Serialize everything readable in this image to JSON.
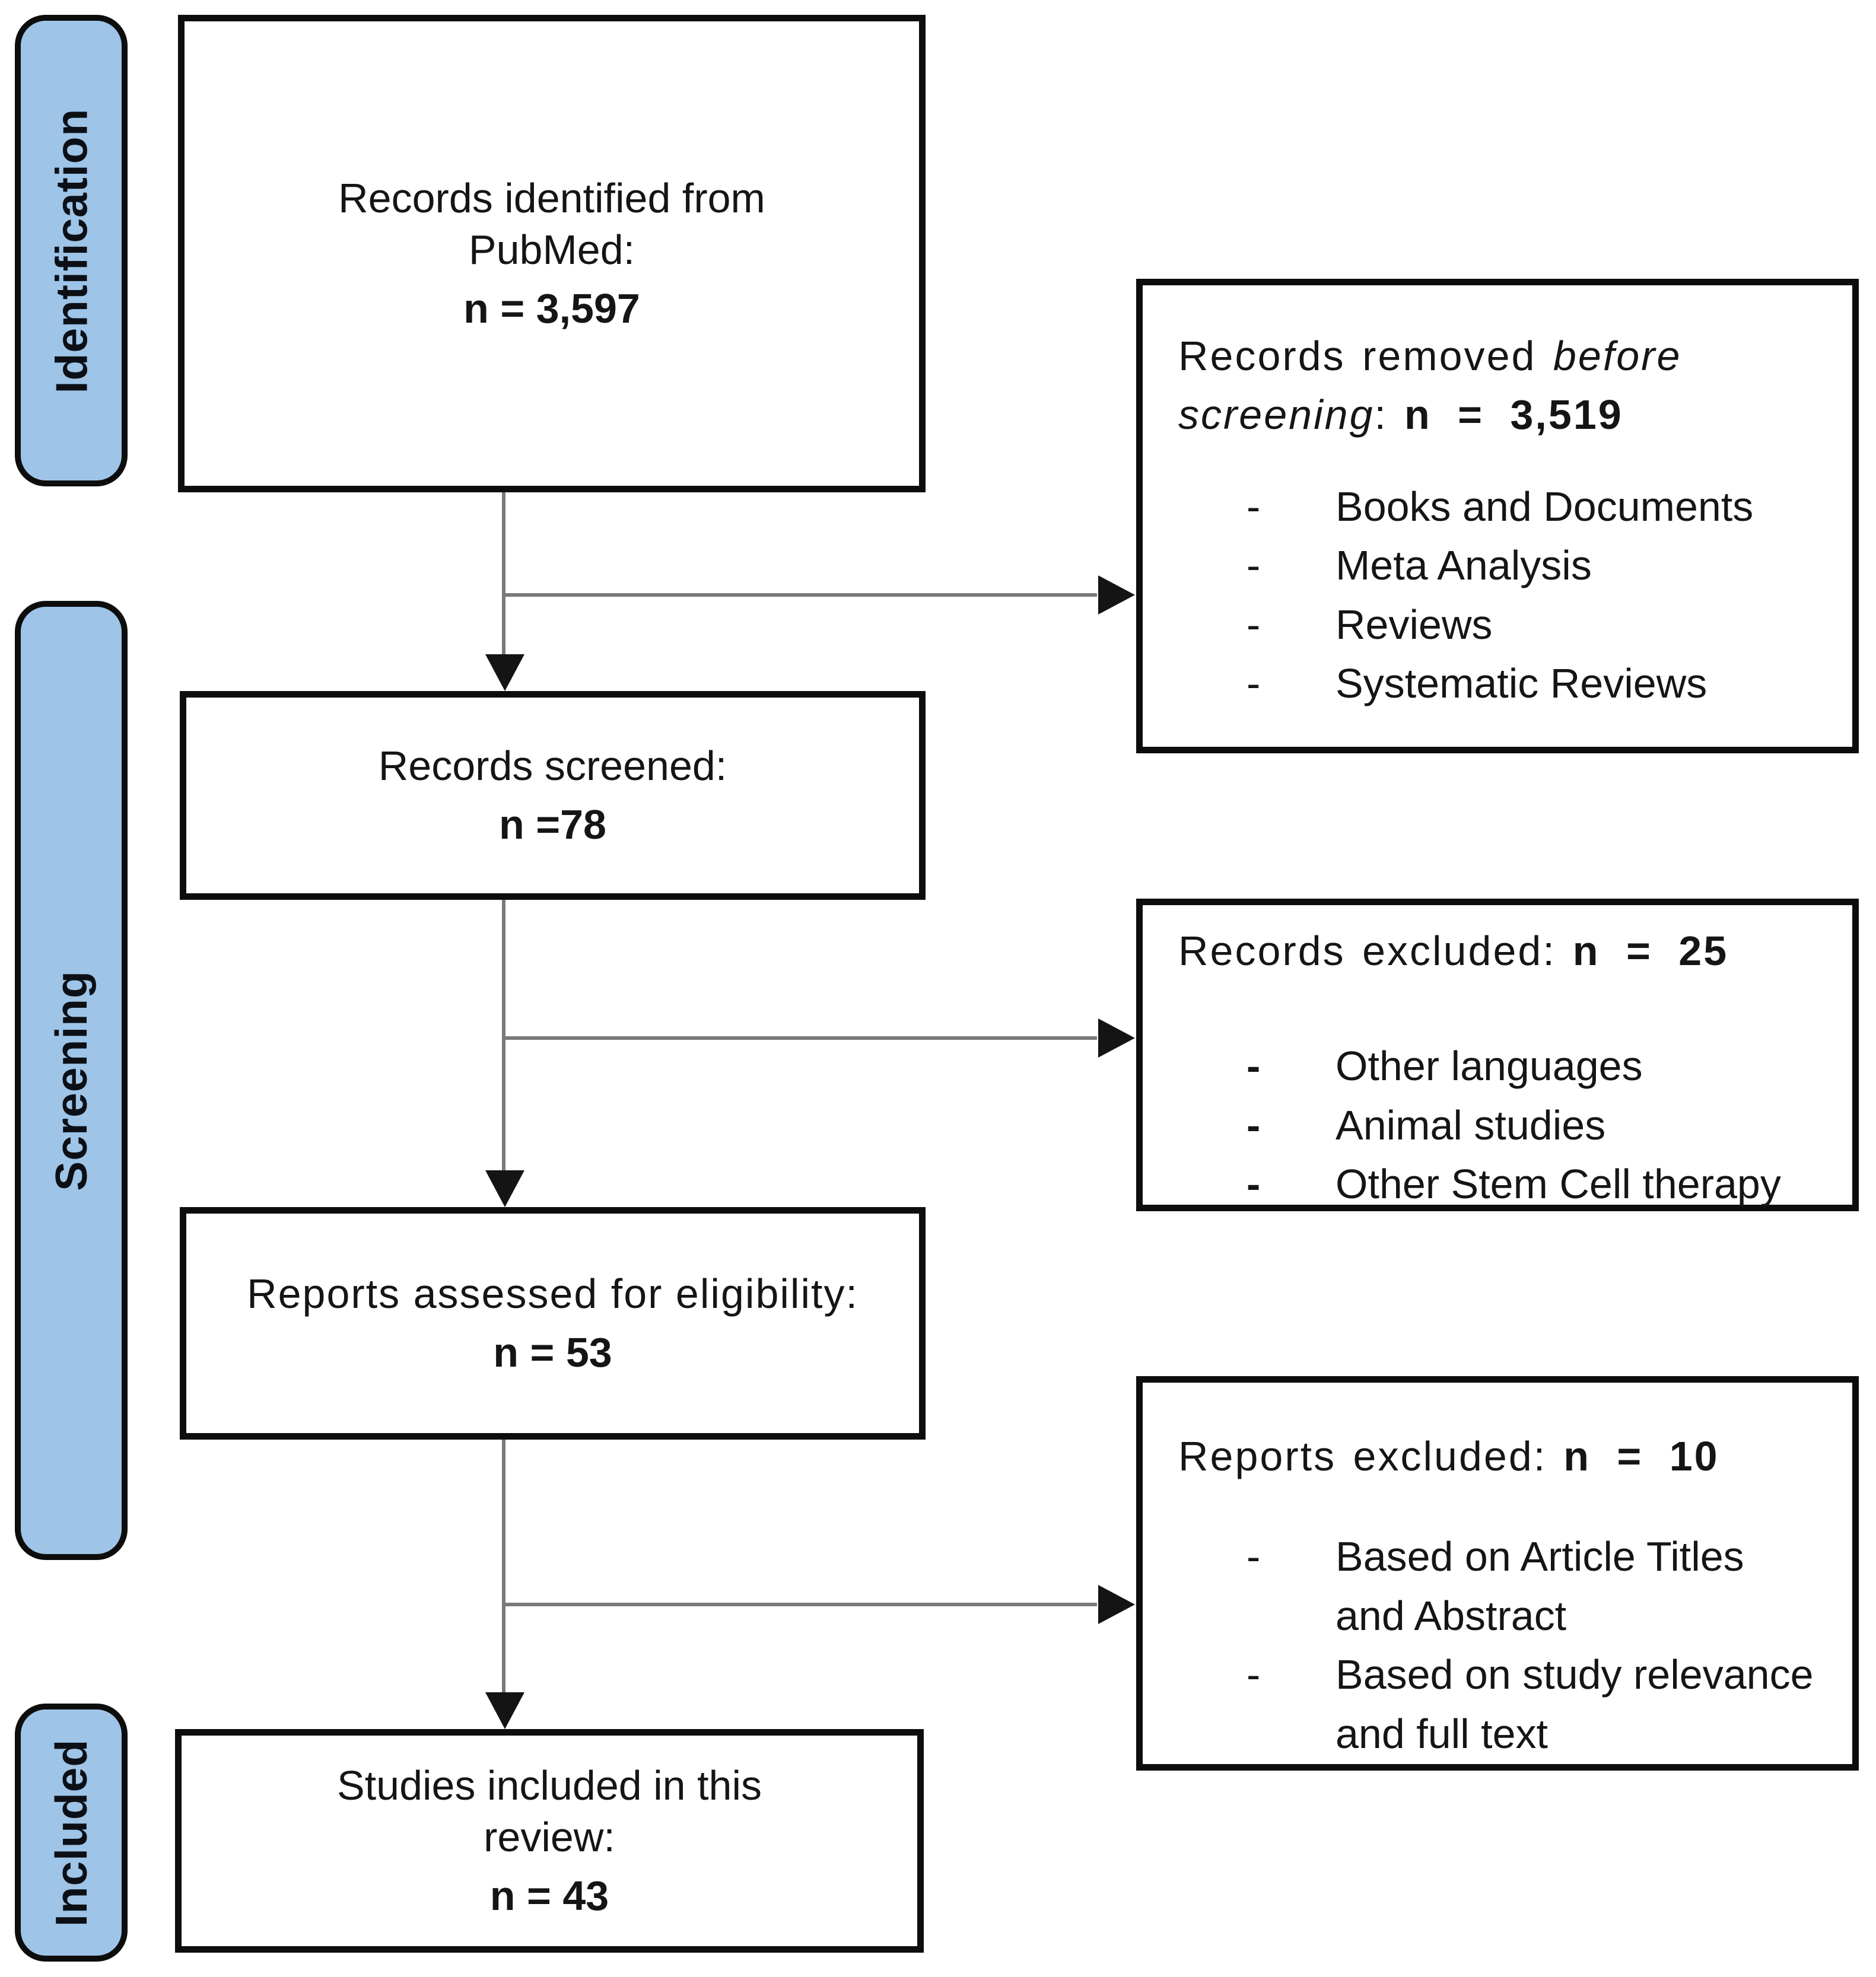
{
  "stages": [
    {
      "label": "Identification"
    },
    {
      "label": "Screening"
    },
    {
      "label": "Included"
    }
  ],
  "flow_boxes": [
    {
      "lines": [
        "Records identified from",
        "PubMed:"
      ],
      "count": "n = 3,597"
    },
    {
      "lines": [
        "Records screened:"
      ],
      "count": "n =78"
    },
    {
      "lines": [
        "Reports assessed for eligibility:"
      ],
      "count": "n = 53"
    },
    {
      "lines": [
        "Studies included in this",
        "review:"
      ],
      "count": "n = 43"
    }
  ],
  "side_boxes": [
    {
      "title": "Records removed ",
      "title_italic": "before screening",
      "title_colon": ":",
      "count": "n = 3,519",
      "items": [
        "Books and Documents",
        "Meta Analysis",
        "Reviews",
        "Systematic Reviews"
      ]
    },
    {
      "title": "Records excluded",
      "title_italic": "",
      "title_colon": ":",
      "count": "n = 25",
      "items": [
        "Other languages",
        "Animal studies",
        "Other Stem Cell therapy"
      ]
    },
    {
      "title": "Reports excluded",
      "title_italic": "",
      "title_colon": ":",
      "count": "n = 10",
      "items": [
        "Based on Article Titles and Abstract",
        "Based on study relevance and full text"
      ]
    }
  ],
  "bullet": "-",
  "colors": {
    "stage_fill": "#9EC4E7",
    "box_border": "#0d0d0d",
    "connector_gray": "#7a7a7a",
    "text": "#151515",
    "background": "#ffffff"
  }
}
